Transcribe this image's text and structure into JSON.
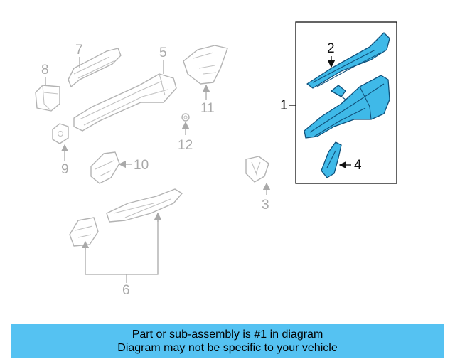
{
  "diagram": {
    "callouts": {
      "c1": "1",
      "c2": "2",
      "c3": "3",
      "c4": "4",
      "c5": "5",
      "c6": "6",
      "c7": "7",
      "c8": "8",
      "c9": "9",
      "c10": "10",
      "c11": "11",
      "c12": "12"
    },
    "colors": {
      "highlight_part": "#3fb9e8",
      "highlight_outline": "#10507a",
      "faded_part_outline": "#b3b3b3",
      "banner": "#55c2f2"
    }
  },
  "banner": {
    "line1": "Part or sub-assembly is #1 in diagram",
    "line2": "Diagram may not be specific to your vehicle"
  }
}
